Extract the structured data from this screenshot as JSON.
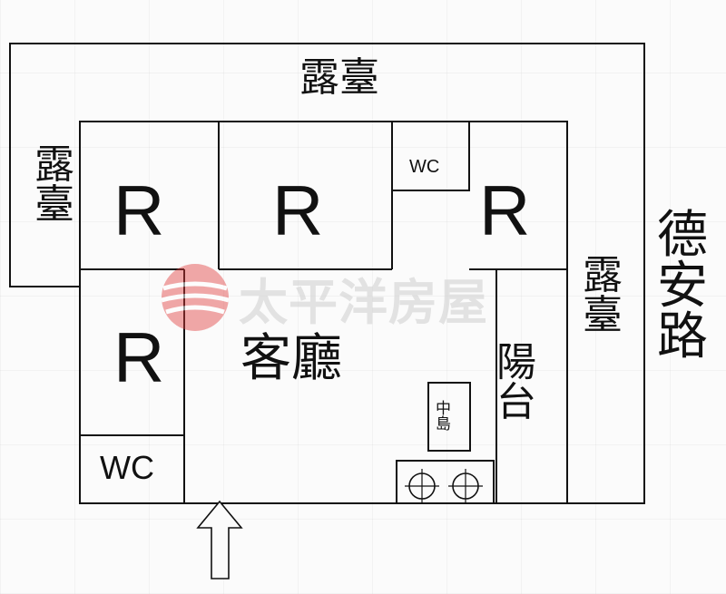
{
  "labels": {
    "top_terrace": "露臺",
    "left_terrace": [
      "露",
      "臺"
    ],
    "right_terrace": [
      "露",
      "臺"
    ],
    "room_r": "R",
    "wc_small": "WC",
    "wc_large": "WC",
    "living_room": "客廳",
    "balcony": [
      "陽",
      "台"
    ],
    "island": [
      "中",
      "島"
    ],
    "road": [
      "德",
      "安",
      "路"
    ]
  },
  "watermark": {
    "text": "太平洋房屋"
  },
  "colors": {
    "wall": "#111111",
    "logo": "#e03a3a",
    "watermark_text": "#cfcfcf"
  },
  "icons": {
    "entrance": "up-arrow-icon",
    "stove": "stove-burner-icon",
    "logo": "pacific-logo-icon"
  }
}
